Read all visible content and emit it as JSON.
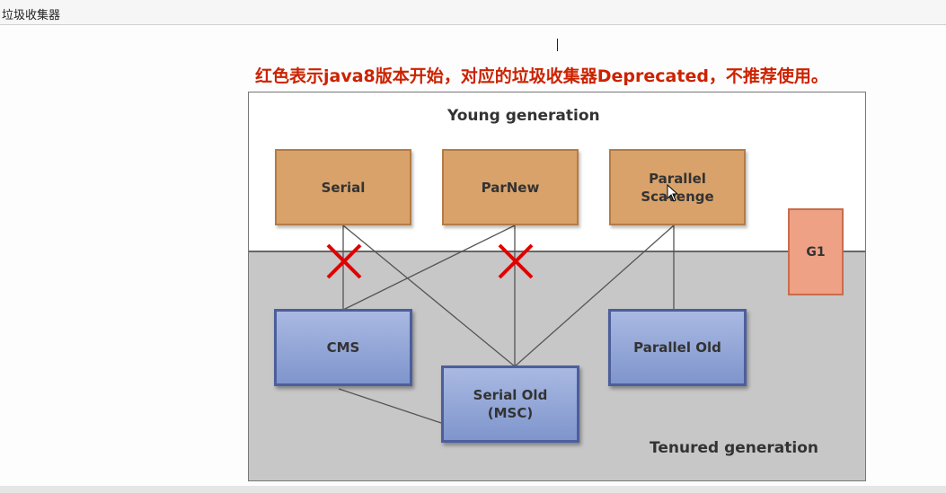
{
  "window": {
    "title": "垃圾收集器"
  },
  "note": "红色表示java8版本开始，对应的垃圾收集器Deprecated，不推荐使用。",
  "diagram": {
    "young_label": "Young generation",
    "tenured_label": "Tenured generation",
    "collectors": {
      "serial": "Serial",
      "parnew": "ParNew",
      "parallel_scavenge": "Parallel Scavenge",
      "g1": "G1",
      "cms": "CMS",
      "serial_old": "Serial Old (MSC)",
      "parallel_old": "Parallel Old"
    },
    "deprecated_marks": [
      "Serial–CMS",
      "ParNew–Serial Old"
    ],
    "colors": {
      "note": "#cc2200",
      "young_box": "#d9a26a",
      "old_box": "#8fa4d6",
      "g1_box": "#eea184",
      "cross": "#e00000",
      "tenured_bg": "#c7c7c7"
    }
  }
}
